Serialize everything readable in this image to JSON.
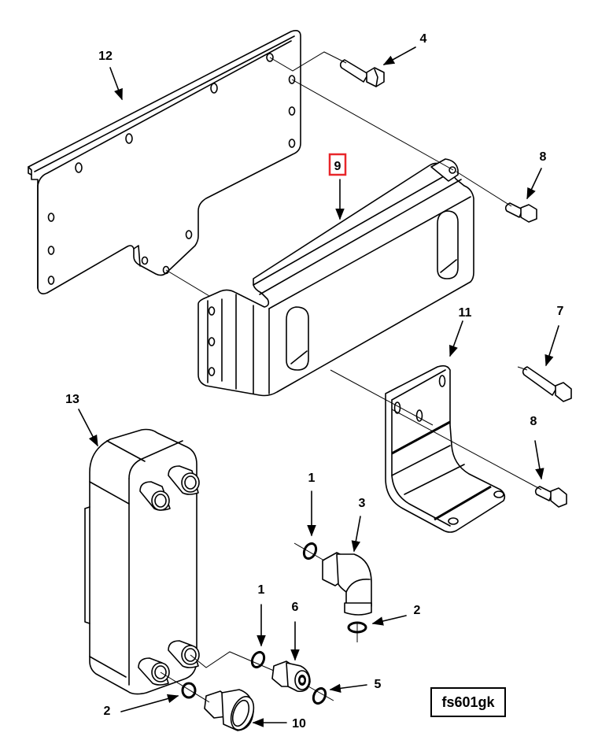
{
  "figure": {
    "figure_id": "fs601gk",
    "highlight_color": "#e8262a",
    "highlighted_callout": "9"
  },
  "callouts": {
    "c1a": "1",
    "c1b": "1",
    "c2a": "2",
    "c2b": "2",
    "c3": "3",
    "c4": "4",
    "c5": "5",
    "c6": "6",
    "c7": "7",
    "c8a": "8",
    "c8b": "8",
    "c9": "9",
    "c10": "10",
    "c11": "11",
    "c12": "12",
    "c13": "13"
  },
  "parts": [
    {
      "id": "1",
      "name": "o-ring"
    },
    {
      "id": "2",
      "name": "o-ring"
    },
    {
      "id": "3",
      "name": "elbow-fitting"
    },
    {
      "id": "4",
      "name": "bolt"
    },
    {
      "id": "5",
      "name": "o-ring"
    },
    {
      "id": "6",
      "name": "fitting"
    },
    {
      "id": "7",
      "name": "bolt"
    },
    {
      "id": "8",
      "name": "bolt"
    },
    {
      "id": "9",
      "name": "mounting-bracket"
    },
    {
      "id": "10",
      "name": "fitting"
    },
    {
      "id": "11",
      "name": "angle-bracket"
    },
    {
      "id": "12",
      "name": "mounting-plate"
    },
    {
      "id": "13",
      "name": "heat-exchanger"
    }
  ]
}
